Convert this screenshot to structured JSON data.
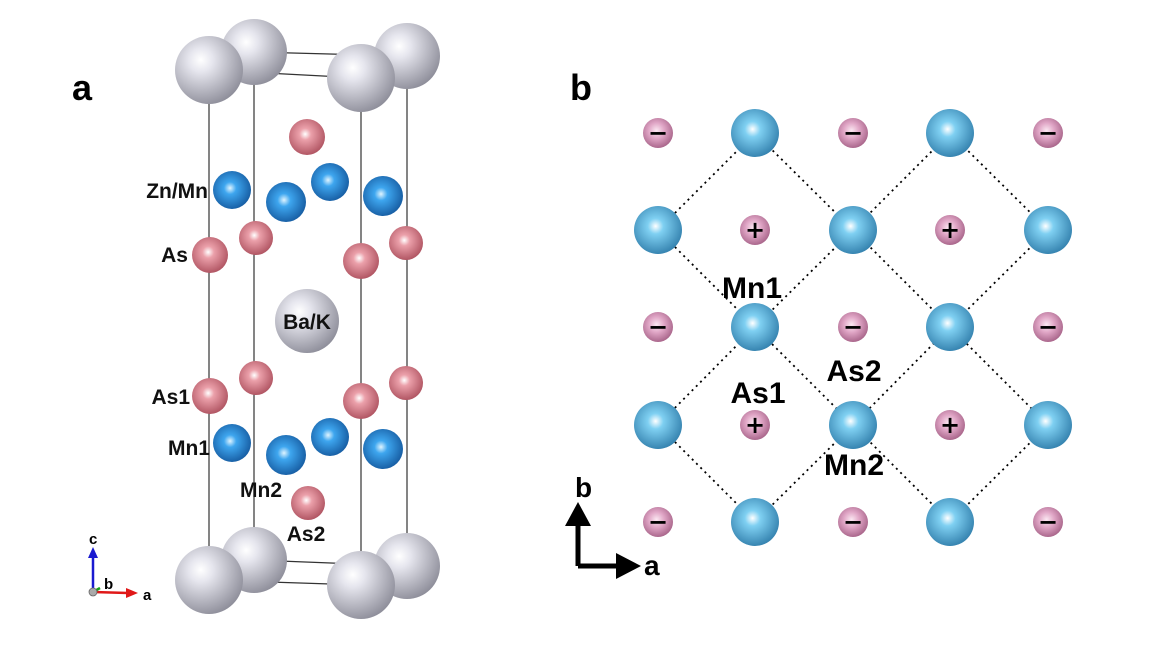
{
  "panel_a": {
    "label": "a",
    "atom_labels": {
      "zn_mn": "Zn/Mn",
      "as": "As",
      "ba_k": "Ba/K",
      "as1": "As1",
      "mn1": "Mn1",
      "mn2": "Mn2",
      "as2": "As2"
    },
    "axes": {
      "c": "c",
      "b": "b",
      "a": "a"
    }
  },
  "panel_b": {
    "label": "b",
    "atom_labels": {
      "mn1": "Mn1",
      "as2": "As2",
      "as1": "As1",
      "mn2": "Mn2"
    },
    "axes": {
      "b": "b",
      "a": "a"
    },
    "signs": {
      "plus": "+",
      "minus": "−"
    }
  },
  "colors": {
    "ba": "#c8c8d2",
    "zn_mn": "#1f7fd0",
    "as": "#d4707e",
    "mn_light": "#4fb4e0",
    "as_light": "#d98ab2"
  }
}
